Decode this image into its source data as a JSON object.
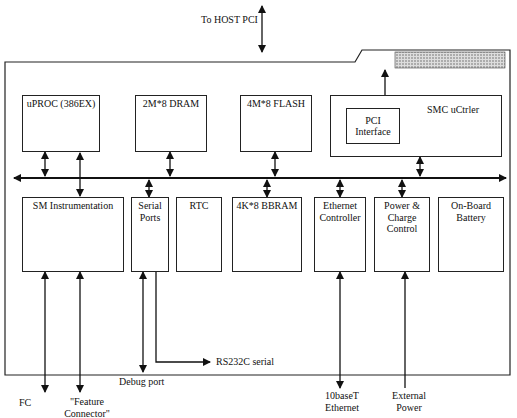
{
  "diagram": {
    "nodes": [
      {
        "text": [
          "uPROC (386EX)"
        ]
      },
      {
        "text": [
          "2M*8 DRAM"
        ]
      },
      {
        "text": [
          "4M*8 FLASH"
        ]
      },
      {
        "text": [
          "SMC uCtrler"
        ]
      },
      {
        "text": [
          "PCI Interface"
        ],
        "in": 3
      },
      {
        "text": [
          "SM Instrumentation"
        ]
      },
      {
        "text": [
          "Serial Ports"
        ]
      },
      {
        "text": [
          "RTC"
        ]
      },
      {
        "text": [
          "4K*8 BBRAM"
        ]
      },
      {
        "text": [
          "Ethernet Controller"
        ]
      },
      {
        "text": [
          "Power & Charge Control"
        ]
      },
      {
        "text": [
          "On-Board Battery"
        ]
      }
    ],
    "edges": [
      {
        "from": 0,
        "to": 5,
        "arrow": "both"
      }
    ],
    "labels": [
      "To HOST PCI",
      "FC",
      "\"Feature Connector\"",
      "Debug port",
      "RS232C serial",
      "10baseT Ethernet",
      "External Power"
    ]
  }
}
